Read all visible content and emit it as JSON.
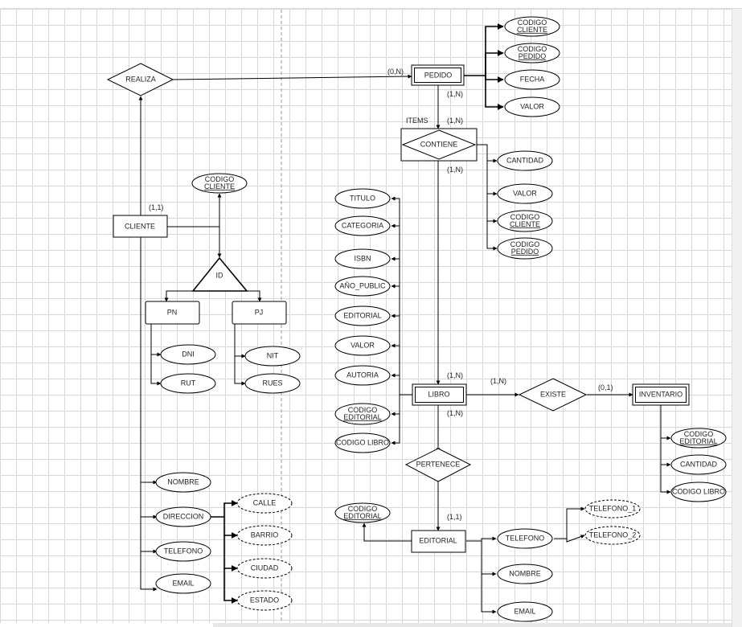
{
  "entities": [
    {
      "id": "pedido",
      "label": "PEDIDO",
      "double": true
    },
    {
      "id": "contiene",
      "label": "CONTIENE",
      "type": "assoc"
    },
    {
      "id": "cliente",
      "label": "CLIENTE"
    },
    {
      "id": "pn",
      "label": "PN"
    },
    {
      "id": "pj",
      "label": "PJ"
    },
    {
      "id": "libro",
      "label": "LIBRO",
      "double": true
    },
    {
      "id": "inventario",
      "label": "INVENTARIO",
      "double": true
    },
    {
      "id": "editorial",
      "label": "EDITORIAL"
    }
  ],
  "relationships": [
    {
      "id": "realiza",
      "label": "REALIZA"
    },
    {
      "id": "existe",
      "label": "EXISTE"
    },
    {
      "id": "pertenece",
      "label": "PERTENECE"
    }
  ],
  "specialization": {
    "id": "id-triangle",
    "label": "ID"
  },
  "attributes": [
    {
      "id": "a-ped-codcli",
      "lines": [
        "CODIGO",
        "CLIENTE"
      ]
    },
    {
      "id": "a-ped-codped",
      "lines": [
        "CODIGO",
        "PEDIDO"
      ]
    },
    {
      "id": "a-ped-fecha",
      "lines": [
        "FECHA"
      ]
    },
    {
      "id": "a-ped-valor",
      "lines": [
        "VALOR"
      ]
    },
    {
      "id": "a-con-cantidad",
      "lines": [
        "CANTIDAD"
      ]
    },
    {
      "id": "a-con-valor",
      "lines": [
        "VALOR"
      ]
    },
    {
      "id": "a-con-codcli",
      "lines": [
        "CODIGO",
        "CLIENTE"
      ]
    },
    {
      "id": "a-con-codped",
      "lines": [
        "CODIGO",
        "PEDIDO"
      ]
    },
    {
      "id": "a-cli-codcli",
      "lines": [
        "CODIGO",
        "CLIENTE"
      ]
    },
    {
      "id": "a-pn-dni",
      "lines": [
        "DNI"
      ]
    },
    {
      "id": "a-pn-rut",
      "lines": [
        "RUT"
      ]
    },
    {
      "id": "a-pj-nit",
      "lines": [
        "NIT"
      ]
    },
    {
      "id": "a-pj-rues",
      "lines": [
        "RUES"
      ]
    },
    {
      "id": "a-lib-titulo",
      "lines": [
        "TITULO"
      ]
    },
    {
      "id": "a-lib-categoria",
      "lines": [
        "CATEGORIA"
      ]
    },
    {
      "id": "a-lib-isbn",
      "lines": [
        "ISBN"
      ]
    },
    {
      "id": "a-lib-anio",
      "lines": [
        "AÑO_PUBLIC"
      ]
    },
    {
      "id": "a-lib-editorial",
      "lines": [
        "EDITORIAL"
      ]
    },
    {
      "id": "a-lib-valor",
      "lines": [
        "VALOR"
      ]
    },
    {
      "id": "a-lib-autoria",
      "lines": [
        "AUTORIA"
      ]
    },
    {
      "id": "a-lib-codedit",
      "lines": [
        "CODIGO",
        "EDITORIAL"
      ]
    },
    {
      "id": "a-lib-codlib",
      "lines": [
        "CODIGO LIBRO"
      ]
    },
    {
      "id": "a-inv-codedit",
      "lines": [
        "CODIGO",
        "EDITORIAL"
      ]
    },
    {
      "id": "a-inv-cantidad",
      "lines": [
        "CANTIDAD"
      ]
    },
    {
      "id": "a-inv-codlib",
      "lines": [
        "CODIGO LIBRO"
      ]
    },
    {
      "id": "a-cli-nombre",
      "lines": [
        "NOMBRE"
      ]
    },
    {
      "id": "a-cli-direccion",
      "lines": [
        "DIRECCION"
      ]
    },
    {
      "id": "a-cli-telefono",
      "lines": [
        "TELEFONO"
      ]
    },
    {
      "id": "a-cli-email",
      "lines": [
        "EMAIL"
      ]
    },
    {
      "id": "a-dir-calle",
      "lines": [
        "CALLE"
      ],
      "dashed": true
    },
    {
      "id": "a-dir-barrio",
      "lines": [
        "BARRIO"
      ],
      "dashed": true
    },
    {
      "id": "a-dir-ciudad",
      "lines": [
        "CIUDAD"
      ],
      "dashed": true
    },
    {
      "id": "a-dir-estado",
      "lines": [
        "ESTADO"
      ],
      "dashed": true
    },
    {
      "id": "a-edi-codedit",
      "lines": [
        "CODIGO",
        "EDITORIAL"
      ]
    },
    {
      "id": "a-edi-telefono",
      "lines": [
        "TELEFONO"
      ]
    },
    {
      "id": "a-edi-nombre",
      "lines": [
        "NOMBRE"
      ]
    },
    {
      "id": "a-edi-email",
      "lines": [
        "EMAIL"
      ]
    },
    {
      "id": "a-tel-1",
      "lines": [
        "TELEFONO_1"
      ],
      "dashed": true
    },
    {
      "id": "a-tel-2",
      "lines": [
        "TELEFONO_2"
      ],
      "dashed": true
    }
  ],
  "labels": [
    {
      "id": "card-realiza-pedido",
      "text": "(0,N)"
    },
    {
      "id": "card-pedido-below",
      "text": "(1,N)"
    },
    {
      "id": "label-items",
      "text": "ITEMS"
    },
    {
      "id": "card-contiene-above",
      "text": "(1,N)"
    },
    {
      "id": "card-contiene-below",
      "text": "(1,N)"
    },
    {
      "id": "card-cliente",
      "text": "(1,1)"
    },
    {
      "id": "card-libro-above",
      "text": "(1,N)"
    },
    {
      "id": "card-libro-existe",
      "text": "(1,N)"
    },
    {
      "id": "card-existe-inventario",
      "text": "(0,1)"
    },
    {
      "id": "card-libro-below",
      "text": "(1,N)"
    },
    {
      "id": "card-editorial",
      "text": "(1,1)"
    }
  ]
}
